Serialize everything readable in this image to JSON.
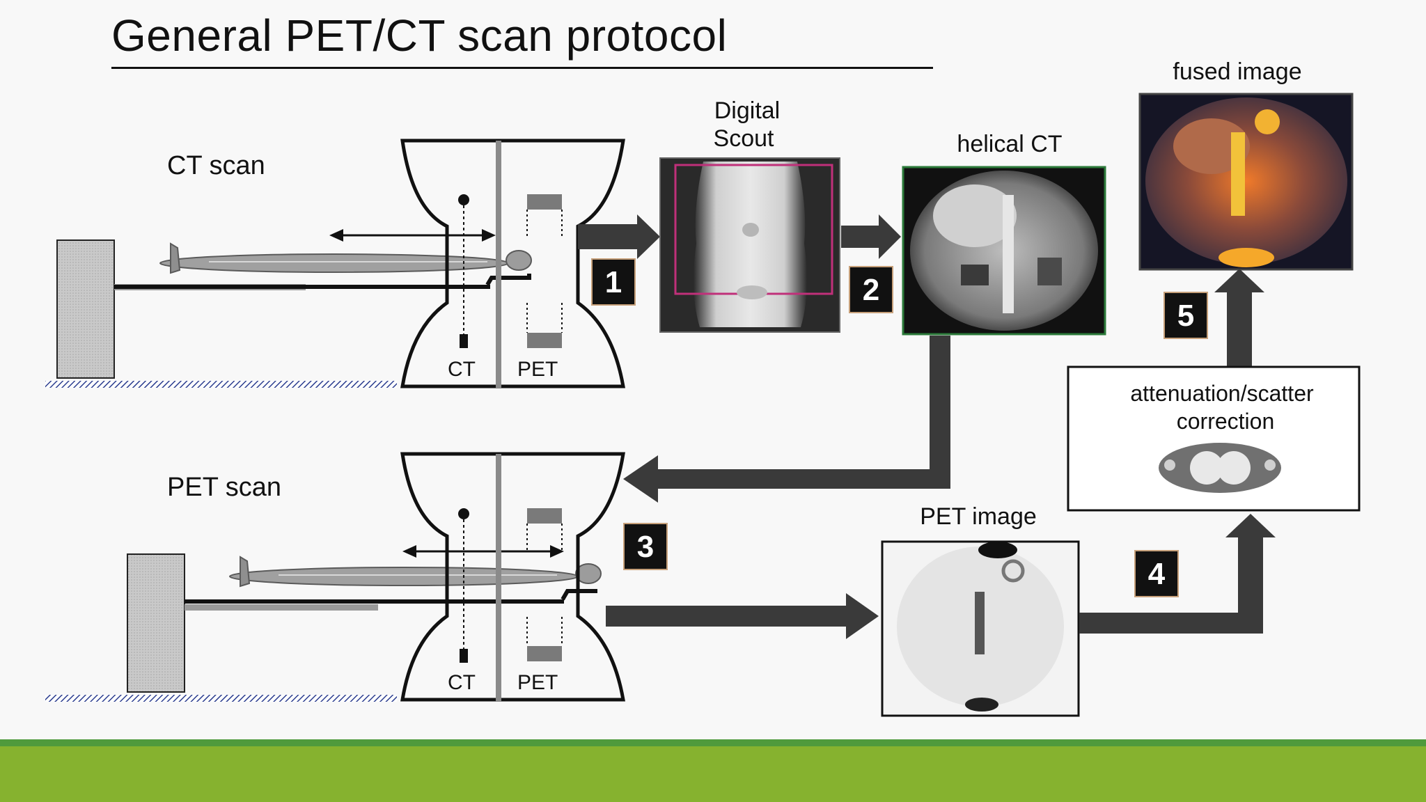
{
  "slide": {
    "title": "General PET/CT scan protocol"
  },
  "diagram": {
    "ct_scan_label": "CT scan",
    "pet_scan_label": "PET scan",
    "gantry_ct_label": "CT",
    "gantry_pet_label": "PET",
    "digital_scout_label_line1": "Digital",
    "digital_scout_label_line2": "Scout",
    "helical_ct_label": "helical CT",
    "fused_image_label": "fused image",
    "pet_image_label": "PET image",
    "correction_label_line1": "attenuation/scatter",
    "correction_label_line2": "correction",
    "steps": [
      "1",
      "2",
      "3",
      "4",
      "5"
    ]
  },
  "colors": {
    "arrow": "#3a3a3a",
    "step_badge": "#111111",
    "footer_band": "#86b22f",
    "footer_line": "#4f9a3c",
    "floor_hatch": "#2b3d8f"
  }
}
